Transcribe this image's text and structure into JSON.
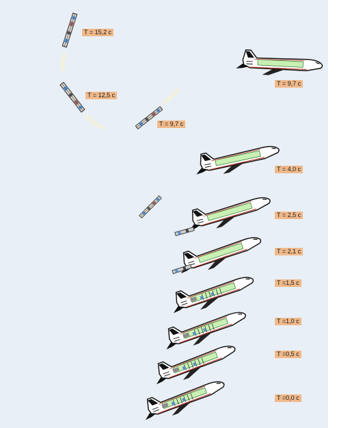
{
  "colors": {
    "background": "#e9eff6",
    "label_bg": "#f0b98a",
    "fuselage_outline": "#111111",
    "fuselage_fill": "#ffffff",
    "inner_tank": "#c9f0b4",
    "inner_outline": "#2c7a2c",
    "seam_red": "#c0392b",
    "cabin_blue": "#5a8fc8",
    "debris_gray": "#7a7a7a",
    "smoke": "#f4f1dc"
  },
  "snapshots": [
    {
      "id": "t0",
      "label": "T =0,0 с"
    },
    {
      "id": "t05",
      "label": "T =0,5 с"
    },
    {
      "id": "t10",
      "label": "T =1,0 с"
    },
    {
      "id": "t15",
      "label": "T =1,5 с"
    },
    {
      "id": "t21",
      "label": "T = 2,1 с"
    },
    {
      "id": "t25",
      "label": "T = 2,5 с"
    },
    {
      "id": "t40",
      "label": "T = 4,0 с"
    },
    {
      "id": "t97a",
      "label": "T = 9,7 с"
    },
    {
      "id": "t97b",
      "label": "T = 9,7 с"
    },
    {
      "id": "t125",
      "label": "T = 12,5 с"
    },
    {
      "id": "t152",
      "label": "T = 15,2 с"
    }
  ]
}
